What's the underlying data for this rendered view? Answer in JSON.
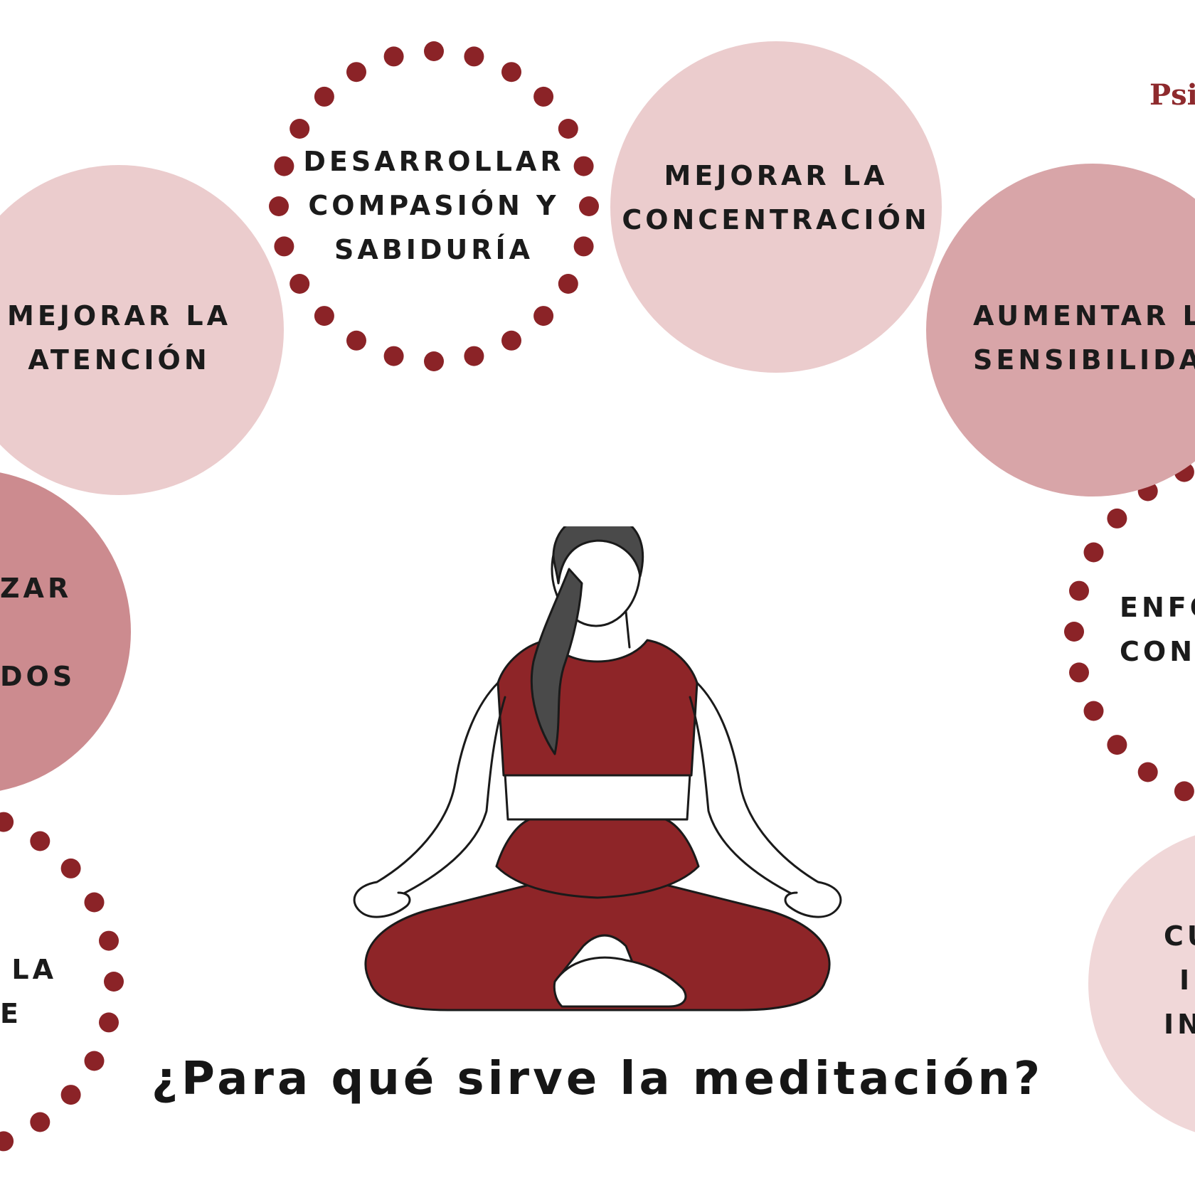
{
  "colors": {
    "bubble_light": "#ebcccd",
    "bubble_medium": "#d8a5a8",
    "bubble_dark": "#cc8b8f",
    "dot": "#8b2327",
    "outfit": "#8e2528",
    "hair": "#4a4a4a",
    "text": "#1b1b1b"
  },
  "brand": "Psi",
  "title": "¿Para qué sirve la meditación?",
  "bubbles": {
    "compassion": {
      "lines": [
        "DESARROLLAR",
        "COMPASIÓN Y",
        "SABIDURÍA"
      ],
      "style": "dotted"
    },
    "concentration": {
      "lines": [
        "MEJORAR LA",
        "CONCENTRACIÓN"
      ],
      "style": "filled-light"
    },
    "attention": {
      "lines": [
        "MEJORAR LA",
        "ATENCIÓN"
      ],
      "style": "filled-light"
    },
    "sensitivity": {
      "lines": [
        "AUMENTAR L",
        "SENSIBILIDA"
      ],
      "style": "filled-medium"
    },
    "left_middle": {
      "lines": [
        "ZAR",
        "",
        "DOS"
      ],
      "style": "filled-dark"
    },
    "right_middle": {
      "lines": [
        "ENFO",
        "CON"
      ],
      "style": "dotted"
    },
    "left_bottom": {
      "lines": [
        "LA",
        "E"
      ],
      "style": "dotted"
    },
    "right_bottom": {
      "lines": [
        "CU",
        "I",
        "IN"
      ],
      "style": "filled-pale"
    }
  },
  "icons": {
    "figure": "meditating-woman-icon",
    "ring_dots": "dotted-circle-icon"
  }
}
